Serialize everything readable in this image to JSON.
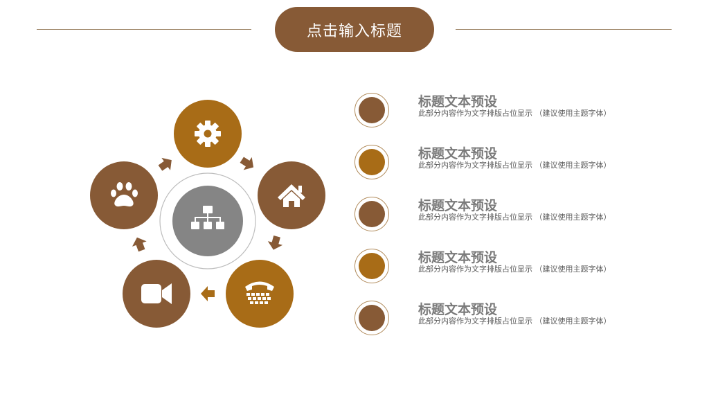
{
  "header": {
    "title": "点击输入标题"
  },
  "colors": {
    "dark_brown": "#875a36",
    "gold": "#a86c17",
    "gray": "#858585"
  },
  "diagram": {
    "center_icon": "org-chart-icon",
    "nodes": [
      {
        "icon": "gear-icon",
        "color": "#a86c17"
      },
      {
        "icon": "house-icon",
        "color": "#875a36"
      },
      {
        "icon": "telephone-icon",
        "color": "#a86c17"
      },
      {
        "icon": "video-camera-icon",
        "color": "#875a36"
      },
      {
        "icon": "paw-icon",
        "color": "#875a36"
      }
    ]
  },
  "list": [
    {
      "title": "标题文本预设",
      "desc": "此部分内容作为文字排版占位显示 （建议使用主题字体）",
      "color": "#875a36"
    },
    {
      "title": "标题文本预设",
      "desc": "此部分内容作为文字排版占位显示 （建议使用主题字体）",
      "color": "#a86c17"
    },
    {
      "title": "标题文本预设",
      "desc": "此部分内容作为文字排版占位显示 （建议使用主题字体）",
      "color": "#875a36"
    },
    {
      "title": "标题文本预设",
      "desc": "此部分内容作为文字排版占位显示 （建议使用主题字体）",
      "color": "#a86c17"
    },
    {
      "title": "标题文本预设",
      "desc": "此部分内容作为文字排版占位显示 （建议使用主题字体）",
      "color": "#875a36"
    }
  ]
}
